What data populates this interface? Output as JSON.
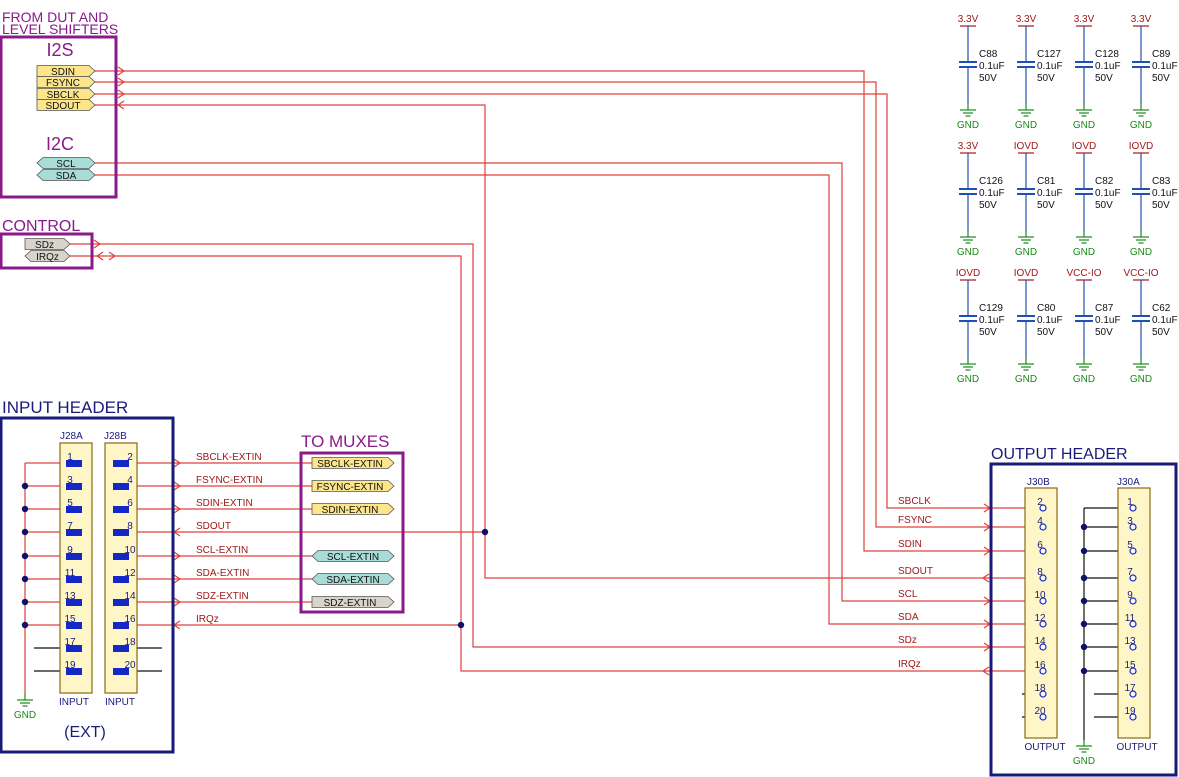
{
  "colors": {
    "wire": "#e0403c",
    "frame_purple": "#8a1a8a",
    "frame_blue": "#1a1a7a",
    "text_red": "#a01818",
    "text_purple": "#8a1a8a",
    "text_blue": "#1a1a7a",
    "gnd_green": "#1a8a1a",
    "cap_blue": "#2050b0",
    "flag_yellow": "#fce58a",
    "flag_teal": "#a8dcd6",
    "flag_gray": "#d8d4cc",
    "pin_blue": "#1428c8",
    "junction": "#10106a"
  },
  "blocks": {
    "dut": {
      "title": "FROM DUT AND\nLEVEL SHIFTERS",
      "title_line1": "FROM DUT AND",
      "title_line2": "LEVEL SHIFTERS",
      "i2s_label": "I2S",
      "i2c_label": "I2C",
      "i2s_ports": [
        "SDIN",
        "FSYNC",
        "SBCLK",
        "SDOUT"
      ],
      "i2c_ports": [
        "SCL",
        "SDA"
      ]
    },
    "control": {
      "title": "CONTROL",
      "ports": [
        "SDz",
        "IRQz"
      ]
    },
    "input_header": {
      "title": "INPUT HEADER",
      "ref_a": "J28A",
      "ref_b": "J28B",
      "part_a": "INPUT",
      "part_b": "INPUT",
      "pins_a": [
        "1",
        "3",
        "5",
        "7",
        "9",
        "11",
        "13",
        "15",
        "17",
        "19"
      ],
      "pins_b": [
        "2",
        "4",
        "6",
        "8",
        "10",
        "12",
        "14",
        "16",
        "18",
        "20"
      ],
      "gnd": "GND",
      "footer": "(EXT)"
    },
    "muxes": {
      "title": "TO MUXES",
      "ports": [
        "SBCLK-EXTIN",
        "FSYNC-EXTIN",
        "SDIN-EXTIN",
        "SCL-EXTIN",
        "SDA-EXTIN",
        "SDZ-EXTIN"
      ]
    },
    "output_header": {
      "title": "OUTPUT HEADER",
      "ref_b": "J30B",
      "ref_a": "J30A",
      "part_b": "OUTPUT",
      "part_a": "OUTPUT",
      "pins_b": [
        "2",
        "4",
        "6",
        "8",
        "10",
        "12",
        "14",
        "16",
        "18",
        "20"
      ],
      "pins_a": [
        "1",
        "3",
        "5",
        "7",
        "9",
        "11",
        "13",
        "15",
        "17",
        "19"
      ],
      "gnd": "GND"
    }
  },
  "nets": {
    "input_side": [
      "SBCLK-EXTIN",
      "FSYNC-EXTIN",
      "SDIN-EXTIN",
      "SDOUT",
      "SCL-EXTIN",
      "SDA-EXTIN",
      "SDZ-EXTIN",
      "IRQz"
    ],
    "output_side": [
      "SBCLK",
      "FSYNC",
      "SDIN",
      "SDOUT",
      "SCL",
      "SDA",
      "SDz",
      "IRQz"
    ]
  },
  "capacitors": [
    {
      "ref": "C88",
      "value": "0.1uF",
      "voltage": "50V",
      "rail": "3.3V",
      "gnd": "GND"
    },
    {
      "ref": "C127",
      "value": "0.1uF",
      "voltage": "50V",
      "rail": "3.3V",
      "gnd": "GND"
    },
    {
      "ref": "C128",
      "value": "0.1uF",
      "voltage": "50V",
      "rail": "3.3V",
      "gnd": "GND"
    },
    {
      "ref": "C89",
      "value": "0.1uF",
      "voltage": "50V",
      "rail": "3.3V",
      "gnd": "GND"
    },
    {
      "ref": "C126",
      "value": "0.1uF",
      "voltage": "50V",
      "rail": "3.3V",
      "gnd": "GND"
    },
    {
      "ref": "C81",
      "value": "0.1uF",
      "voltage": "50V",
      "rail": "IOVD",
      "gnd": "GND"
    },
    {
      "ref": "C82",
      "value": "0.1uF",
      "voltage": "50V",
      "rail": "IOVD",
      "gnd": "GND"
    },
    {
      "ref": "C83",
      "value": "0.1uF",
      "voltage": "50V",
      "rail": "IOVD",
      "gnd": "GND"
    },
    {
      "ref": "C129",
      "value": "0.1uF",
      "voltage": "50V",
      "rail": "IOVD",
      "gnd": "GND"
    },
    {
      "ref": "C80",
      "value": "0.1uF",
      "voltage": "50V",
      "rail": "IOVD",
      "gnd": "GND"
    },
    {
      "ref": "C87",
      "value": "0.1uF",
      "voltage": "50V",
      "rail": "VCC-IO",
      "gnd": "GND"
    },
    {
      "ref": "C62",
      "value": "0.1uF",
      "voltage": "50V",
      "rail": "VCC-IO",
      "gnd": "GND"
    }
  ]
}
